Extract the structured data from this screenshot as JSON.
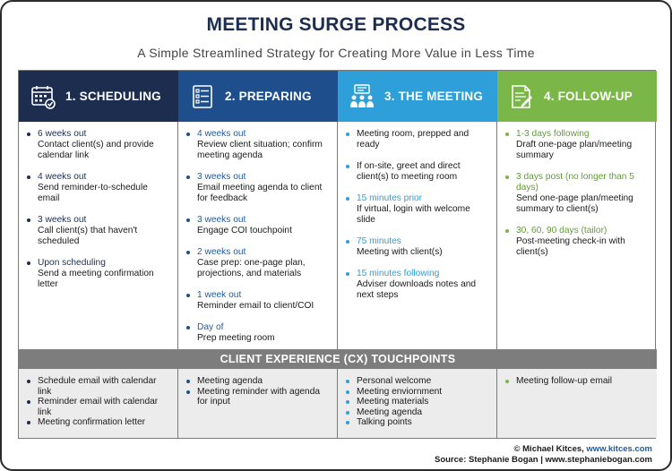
{
  "title": "MEETING SURGE PROCESS",
  "subtitle": "A Simple Streamlined Strategy for Creating More Value in Less Time",
  "columns": [
    {
      "header": "1. SCHEDULING",
      "icon": "calendar-icon",
      "color": "#1d2d4f",
      "items": [
        {
          "time": "6 weeks out",
          "text": "Contact client(s) and provide calendar link"
        },
        {
          "time": "4 weeks out",
          "text": "Send reminder-to-schedule email"
        },
        {
          "time": "3 weeks out",
          "text": "Call client(s) that haven't scheduled"
        },
        {
          "time": "Upon scheduling",
          "text": "Send a meeting confirmation letter"
        }
      ],
      "cx": [
        "Schedule email with calendar link",
        "Reminder email with calendar link",
        "Meeting confirmation letter"
      ]
    },
    {
      "header": "2. PREPARING",
      "icon": "checklist-icon",
      "color": "#1e4f8c",
      "items": [
        {
          "time": "4 weeks out",
          "text": "Review client situation; confirm meeting agenda"
        },
        {
          "time": "3 weeks out",
          "text": "Email meeting agenda to client for feedback"
        },
        {
          "time": "3 weeks out",
          "text": "Engage COI touchpoint"
        },
        {
          "time": "2 weeks out",
          "text": "Case prep: one-page plan, projections, and materials"
        },
        {
          "time": "1 week out",
          "text": "Reminder email to client/COI"
        },
        {
          "time": "Day of",
          "text": "Prep meeting room"
        }
      ],
      "cx": [
        "Meeting agenda",
        "Meeting reminder with agenda for input"
      ]
    },
    {
      "header": "3. THE MEETING",
      "icon": "meeting-group-icon",
      "color": "#2e9fd8",
      "items": [
        {
          "time": "",
          "text": "Meeting room, prepped and ready"
        },
        {
          "time": "",
          "text": "If on-site, greet and direct client(s) to meeting room"
        },
        {
          "time": "15 minutes prior",
          "text": "If virtual, login with welcome slide"
        },
        {
          "time": "75 minutes",
          "text": "Meeting with client(s)"
        },
        {
          "time": "15 minutes following",
          "text": "Adviser downloads notes and next steps"
        }
      ],
      "cx": [
        "Personal welcome",
        "Meeting enviornment",
        "Meeting materials",
        "Meeting agenda",
        "Talking points"
      ]
    },
    {
      "header": "4. FOLLOW-UP",
      "icon": "document-pen-icon",
      "color": "#7ab648",
      "items": [
        {
          "time": "1-3 days following",
          "text": "Draft one-page plan/meeting summary"
        },
        {
          "time": "3 days post (no longer than 5 days)",
          "text": "Send one-page plan/meeting summary to client(s)"
        },
        {
          "time": "30, 60, 90 days (tailor)",
          "text": "Post-meeting check-in with client(s)"
        }
      ],
      "cx": [
        "Meeting follow-up email"
      ]
    }
  ],
  "cx_title": "CLIENT EXPERIENCE (CX) TOUCHPOINTS",
  "footer": {
    "line1_prefix": "© Michael Kitces, ",
    "line1_link": "www.kitces.com",
    "line2": "Source: Stephanie Bogan | www.stephaniebogan.com"
  }
}
